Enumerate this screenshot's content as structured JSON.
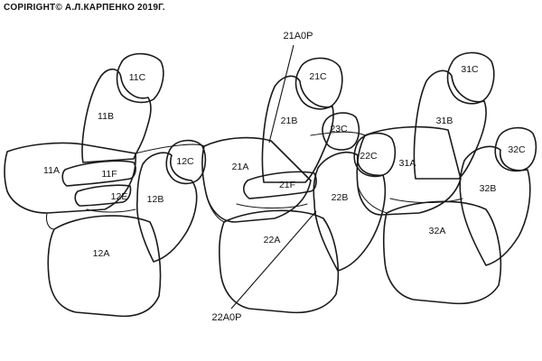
{
  "copyright": "COPIRIGHT© А.Л.КАРПЕНКО 2019Г.",
  "seats": {
    "front_left": {
      "headrest_top": "11C",
      "backrest": "11B",
      "cushion": "11A",
      "armrest": "11F",
      "armrest_base": "12E",
      "headrest_side": "12C",
      "side_back": "12B",
      "side_cushion": "12A"
    },
    "middle": {
      "headrest_top": "21C",
      "backrest": "21B",
      "cushion": "21A",
      "armrest": "21F",
      "center_headrest": "23C",
      "headrest_side": "22C",
      "side_back": "22B",
      "side_cushion": "22A"
    },
    "rear": {
      "headrest_top": "31C",
      "backrest": "31B",
      "cushion": "31A",
      "headrest_side": "32C",
      "side_back": "32B",
      "side_cushion": "32A"
    }
  },
  "callouts": {
    "top": "21A0P",
    "bottom": "22A0P"
  }
}
